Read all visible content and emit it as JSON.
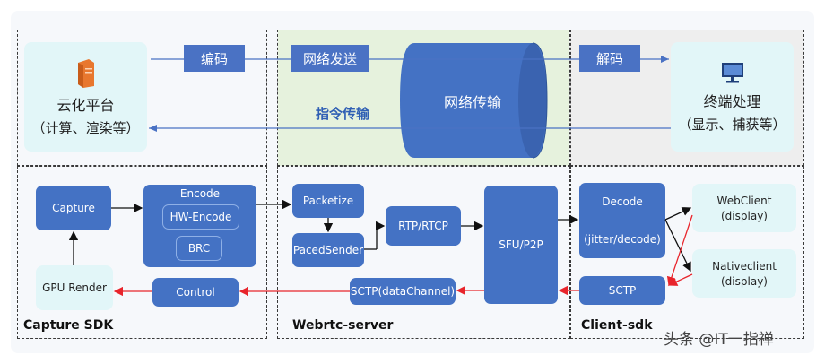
{
  "top": {
    "cloud_label": "云化平台",
    "cloud_sub": "（计算、渲染等）",
    "encode_tag": "编码",
    "network_send_tag": "网络发送",
    "network_transfer": "网络传输",
    "command_transfer": "指令传输",
    "decode_tag": "解码",
    "terminal_label": "终端处理",
    "terminal_sub": "（显示、捕获等）"
  },
  "capture_sdk": {
    "title": "Capture SDK",
    "capture": "Capture",
    "encode": "Encode",
    "hw_encode": "HW-Encode",
    "brc": "BRC",
    "gpu_render": "GPU Render",
    "control": "Control"
  },
  "webrtc_server": {
    "title": "Webrtc-server",
    "packetize": "Packetize",
    "paced_sender": "PacedSender",
    "rtp_rtcp": "RTP/RTCP",
    "sfu_p2p": "SFU/P2P",
    "sctp_datachannel": "SCTP(dataChannel)"
  },
  "client_sdk": {
    "title": "Client-sdk",
    "decode": "Decode",
    "jitter_decode": "(jitter/decode)",
    "sctp": "SCTP",
    "webclient": "WebClient",
    "webclient_sub": "(display)",
    "nativeclient": "Nativeclient",
    "nativeclient_sub": "(display)"
  },
  "watermark": "头条 @IT一指禅",
  "colors": {
    "box_blue": "#4472c4",
    "box_light": "#e2f6f8",
    "network_green": "#e6f2dd",
    "arrow_red": "#e8242b",
    "arrow_blue": "#4a72c4"
  },
  "icons": [
    "server-icon",
    "monitor-icon"
  ]
}
